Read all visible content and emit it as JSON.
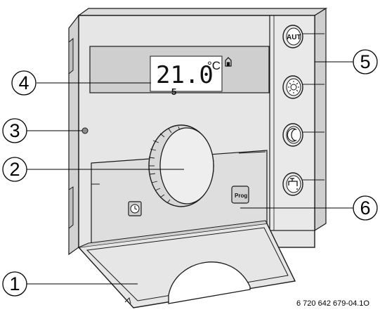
{
  "display": {
    "temperature": "21.0",
    "unit": "°C",
    "program_number": "5"
  },
  "buttons": {
    "auto_label": "AUT",
    "prog_label": "Prog"
  },
  "icons": {
    "house": "house-icon",
    "clock": "clock-icon",
    "sun": "sun-icon",
    "moon": "moon-icon",
    "hot_water": "tap-icon"
  },
  "callouts": [
    "1",
    "2",
    "3",
    "4",
    "5",
    "6"
  ],
  "reference_code": "6 720 642 679-04.1O",
  "colors": {
    "housing": "#e6e6e6",
    "lcd": "#cfcfcf",
    "outline": "#1a1a1a"
  }
}
